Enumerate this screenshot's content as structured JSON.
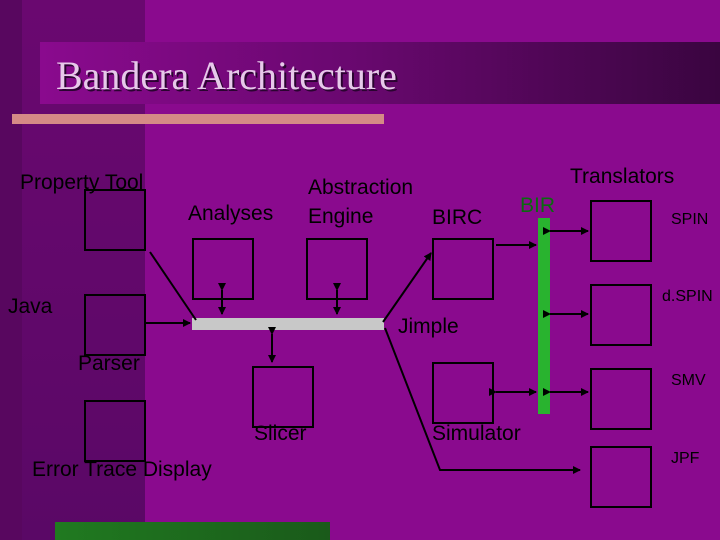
{
  "title": "Bandera Architecture",
  "labels": {
    "property_tool": "Property Tool",
    "analyses": "Analyses",
    "abstraction": "Abstraction",
    "engine": "Engine",
    "birc": "BIRC",
    "bir": "BIR",
    "translators": "Translators",
    "spin": "SPIN",
    "dspin": "d.SPIN",
    "smv": "SMV",
    "jpf": "JPF",
    "java": "Java",
    "jimple": "Jimple",
    "parser": "Parser",
    "slicer": "Slicer",
    "simulator": "Simulator",
    "error_trace": "Error Trace Display"
  },
  "colors": {
    "background": "#8a0a8e",
    "title_text": "#e7c9ea",
    "title_underline": "#d58a86",
    "jimple_bus": "#c8c8c8",
    "bir_bus": "#29b32f",
    "bir_label": "#0b6a10"
  }
}
